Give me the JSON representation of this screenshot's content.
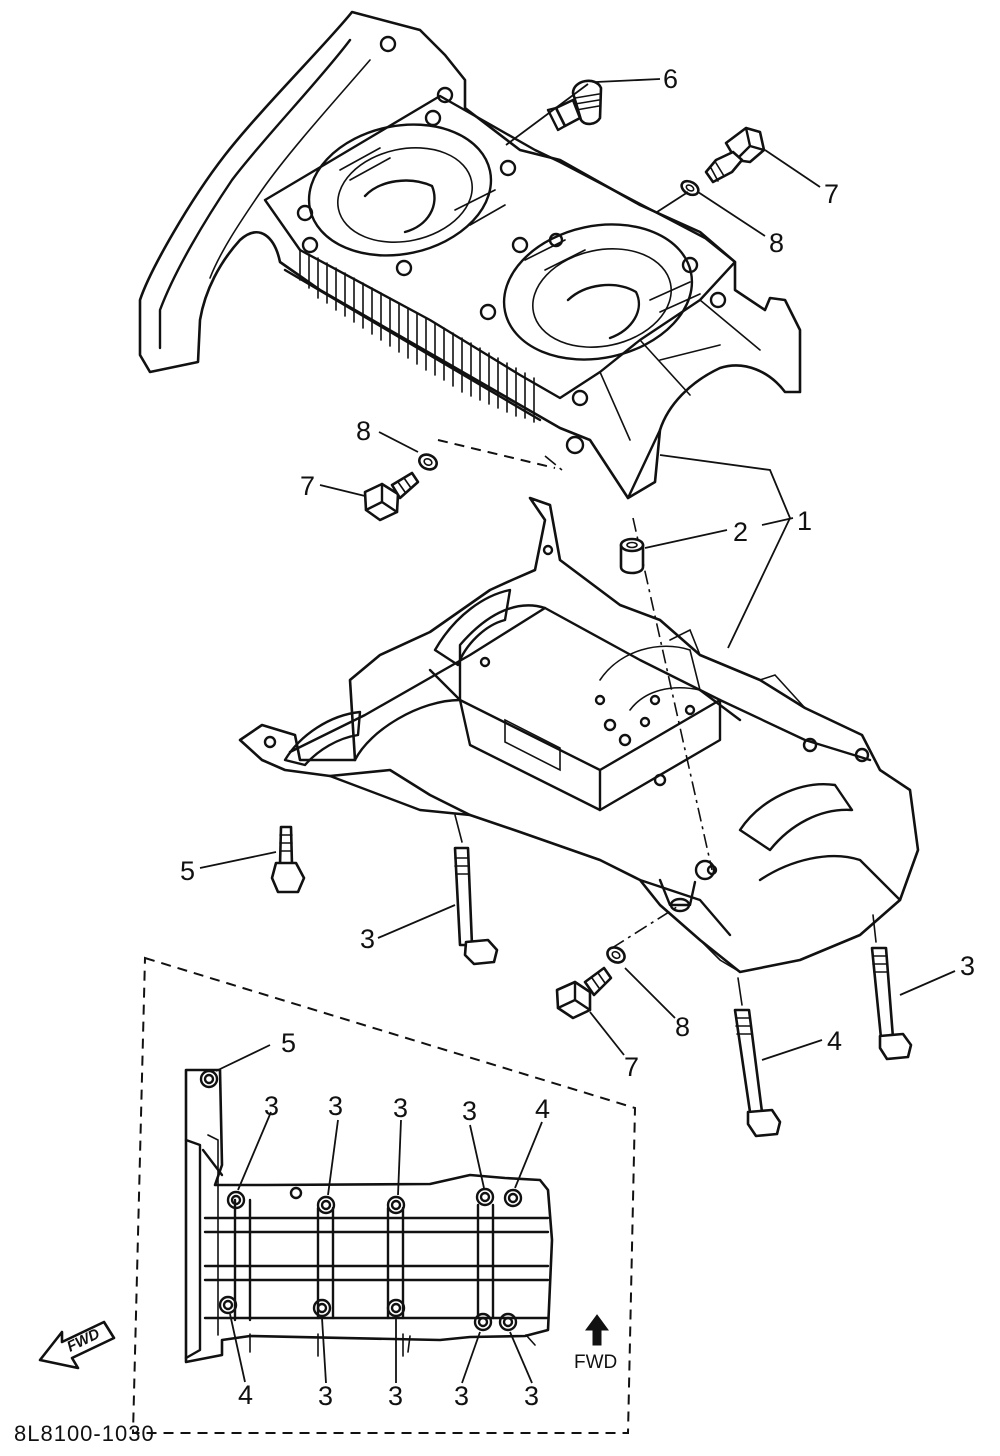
{
  "diagram": {
    "drawing_code": "8L8100-1030",
    "direction_label": "FWD",
    "callouts": {
      "c1": "1",
      "c2": "2",
      "c3a": "3",
      "c3b": "3",
      "c4": "4",
      "c5": "5",
      "c6": "6",
      "c7a": "7",
      "c7b": "7",
      "c7c": "7",
      "c8a": "8",
      "c8b": "8",
      "c8c": "8"
    },
    "inset_callouts": {
      "top": [
        "5",
        "3",
        "3",
        "3",
        "3",
        "4"
      ],
      "bottom": [
        "4",
        "3",
        "3",
        "3",
        "3"
      ]
    }
  }
}
